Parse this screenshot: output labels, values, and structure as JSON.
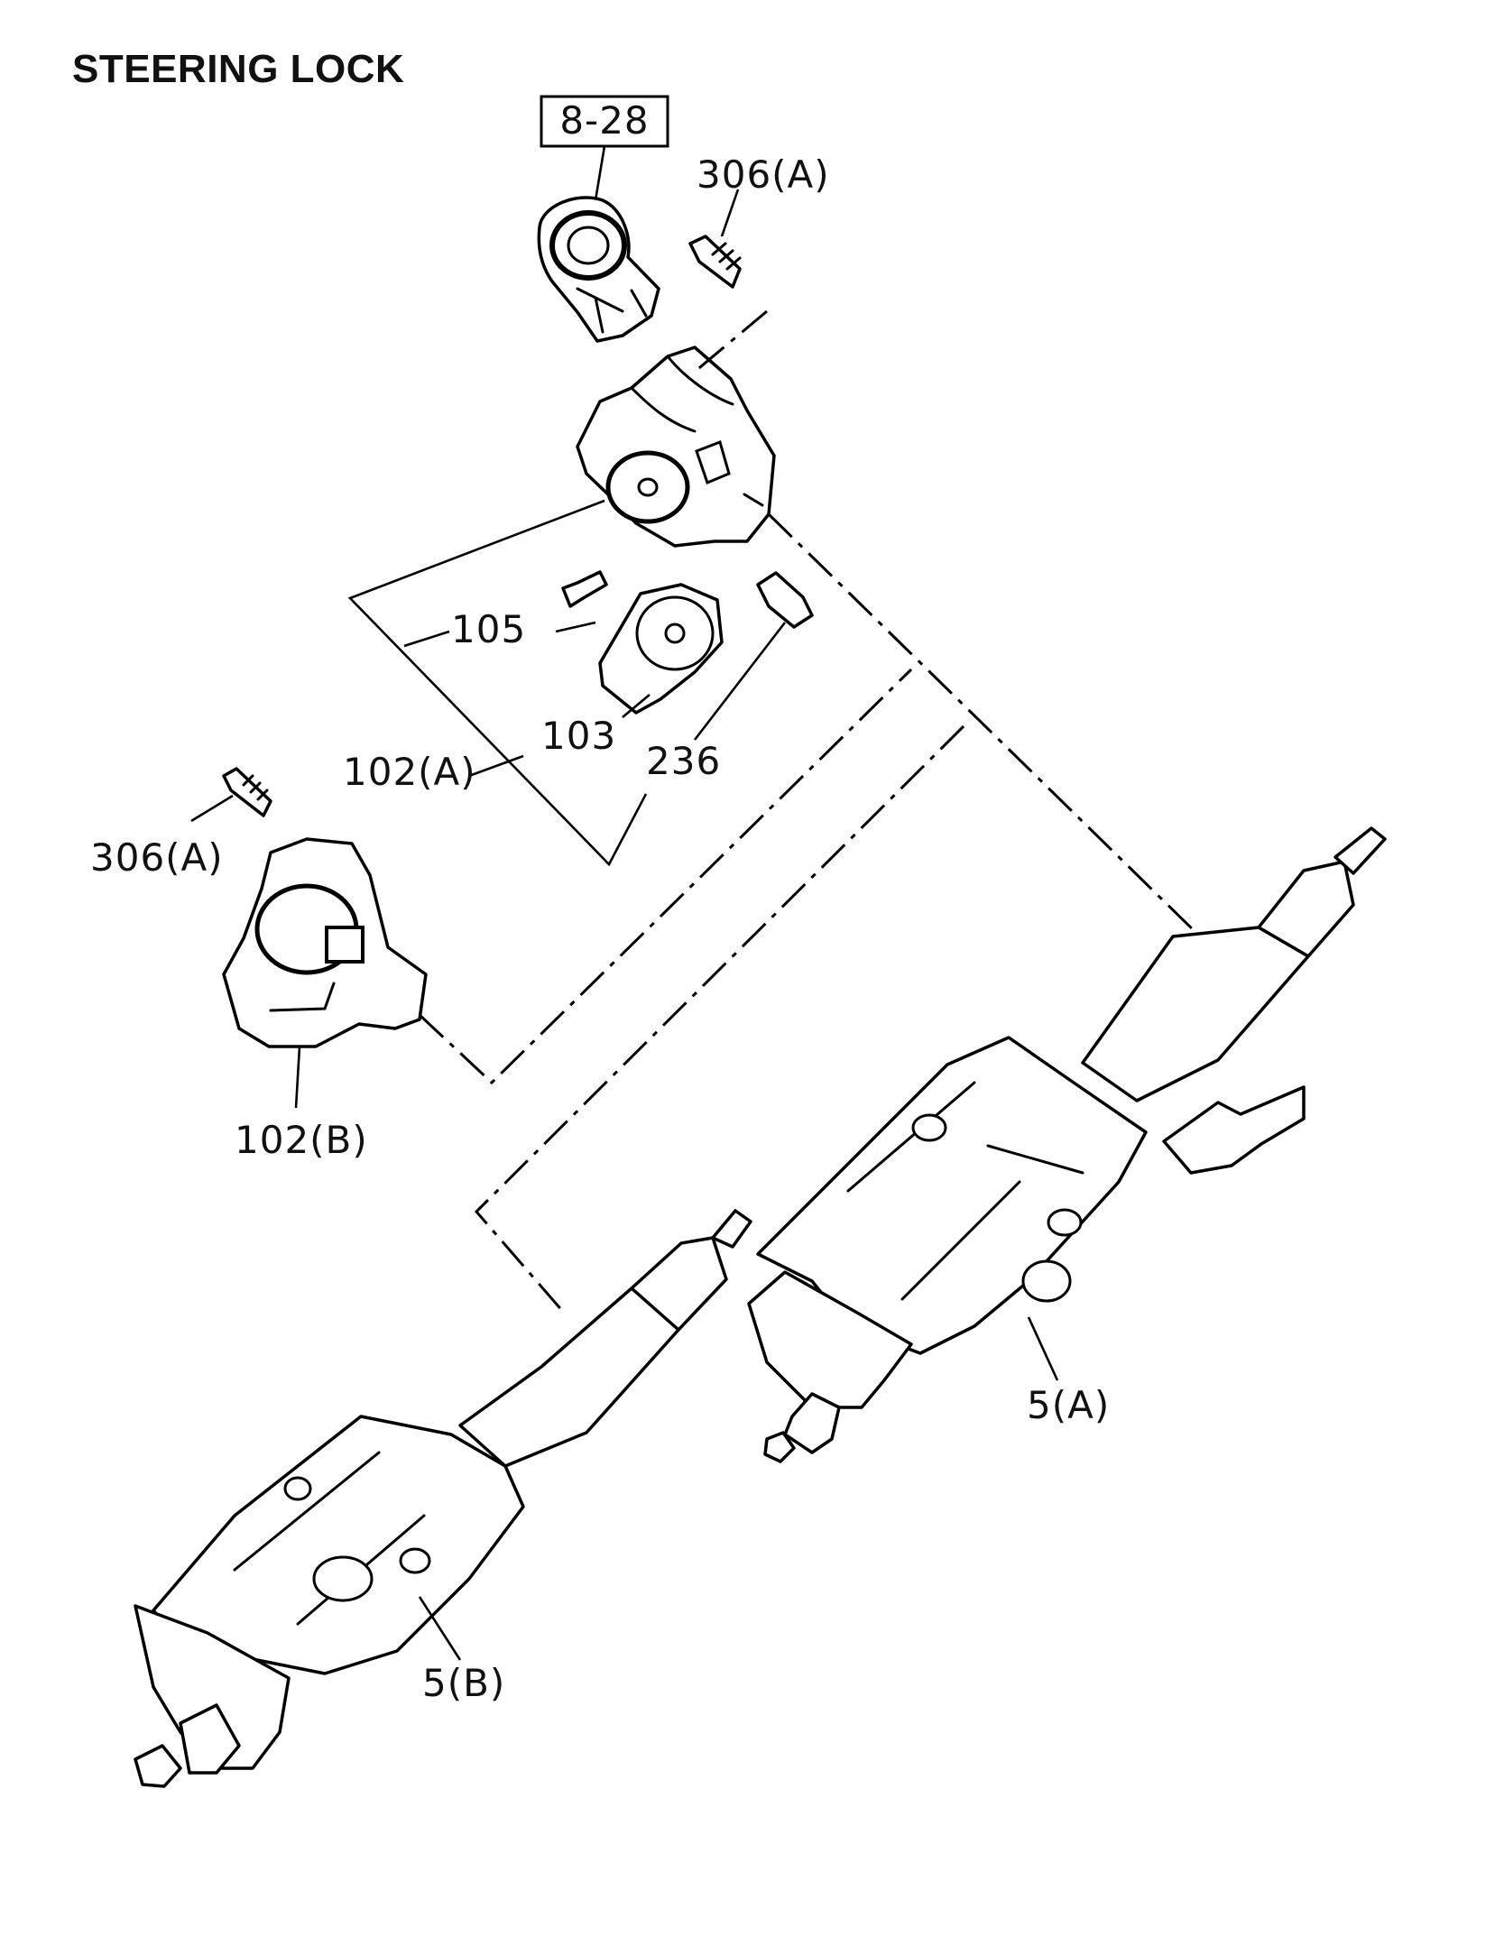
{
  "title": "STEERING LOCK",
  "ref_box": "8-28",
  "callouts": {
    "c306a_top": "306(A)",
    "c306a_left": "306(A)",
    "c105": "105",
    "c103": "103",
    "c236": "236",
    "c102a": "102(A)",
    "c102b": "102(B)",
    "c5a": "5(A)",
    "c5b": "5(B)"
  }
}
